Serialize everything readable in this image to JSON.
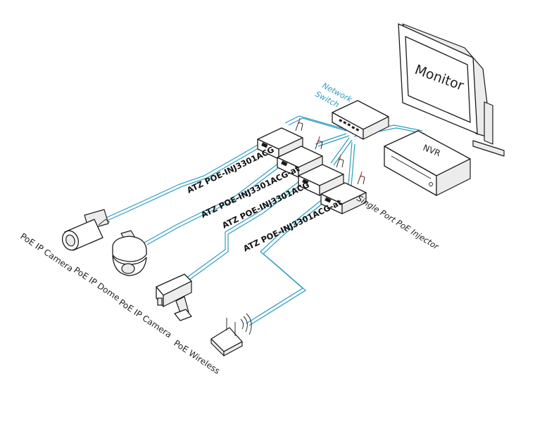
{
  "monitor": {
    "label": "Monitor"
  },
  "nvr": {
    "label": "NVR"
  },
  "switch": {
    "line1": "Network",
    "line2": "Switch"
  },
  "injectors": [
    {
      "model": "ATZ POE-INJ3301ACG"
    },
    {
      "model": "ATZ POE-INJ3301ACG-at"
    },
    {
      "model": "ATZ POE-INJ3301ACG"
    },
    {
      "model": "ATZ POE-INJ3301ACG-at"
    }
  ],
  "injector_caption": "Single Port PoE Injector",
  "devices": [
    {
      "label": "PoE IP Camera"
    },
    {
      "label": "PoE IP Dome"
    },
    {
      "label": "PoE IP Camera"
    },
    {
      "label": "PoE Wireless"
    }
  ],
  "colors": {
    "cable": "#2e9bbf",
    "outline": "#1a1a1a"
  }
}
